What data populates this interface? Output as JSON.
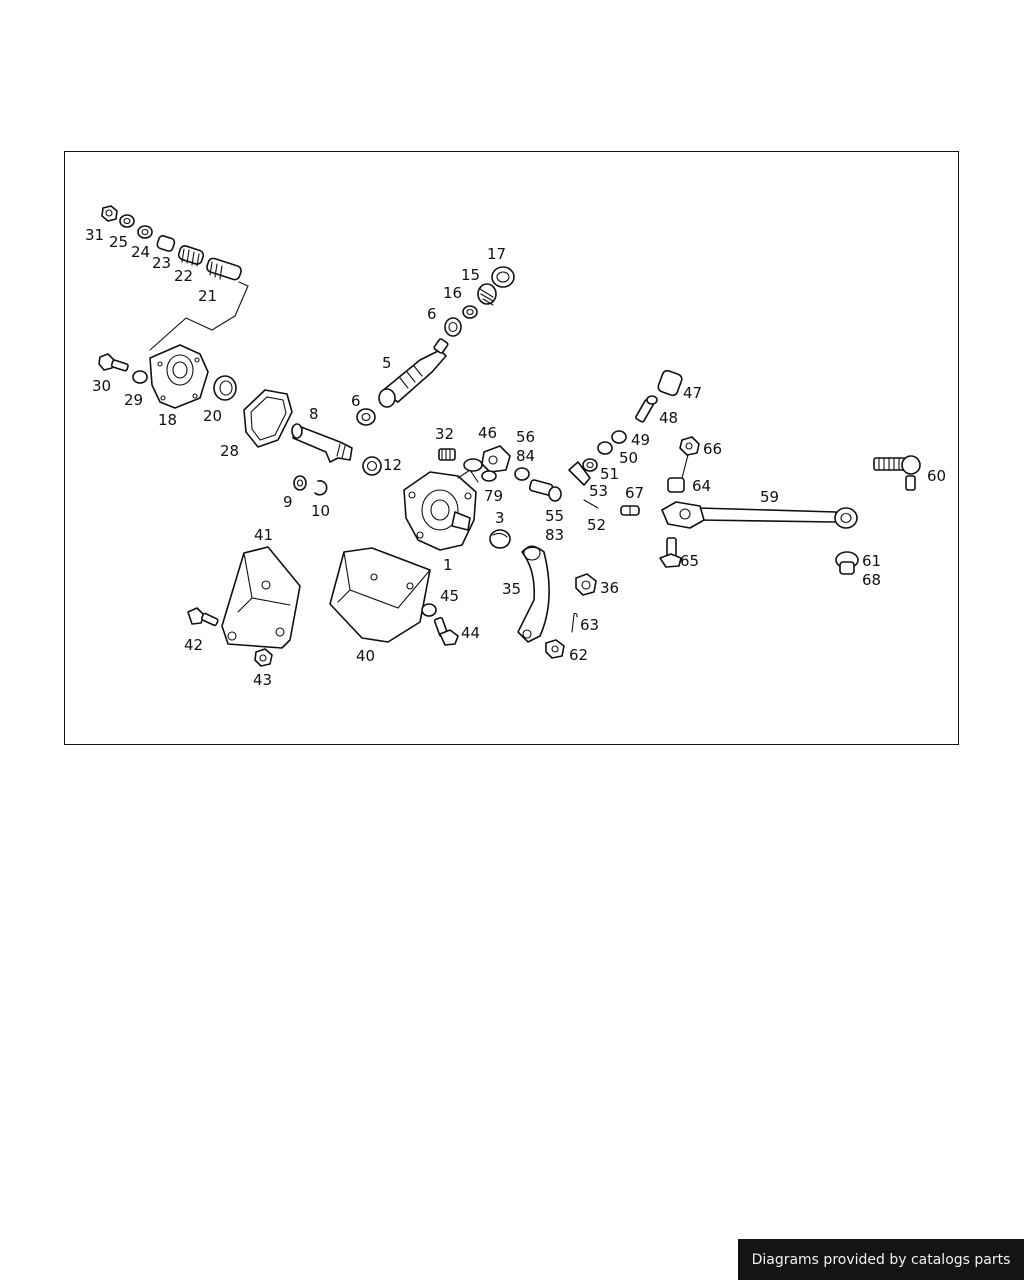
{
  "footer": {
    "credit": "Diagrams provided by catalogs parts"
  },
  "labels": [
    "31",
    "25",
    "24",
    "23",
    "22",
    "21",
    "17",
    "15",
    "16",
    "6",
    "5",
    "30",
    "29",
    "18",
    "20",
    "28",
    "8",
    "6",
    "12",
    "9",
    "10",
    "32",
    "46",
    "56",
    "84",
    "79",
    "55",
    "83",
    "3",
    "1",
    "47",
    "48",
    "49",
    "50",
    "51",
    "53",
    "52",
    "67",
    "66",
    "64",
    "59",
    "60",
    "65",
    "61",
    "68",
    "41",
    "42",
    "43",
    "40",
    "45",
    "44",
    "35",
    "36",
    "63",
    "62"
  ]
}
